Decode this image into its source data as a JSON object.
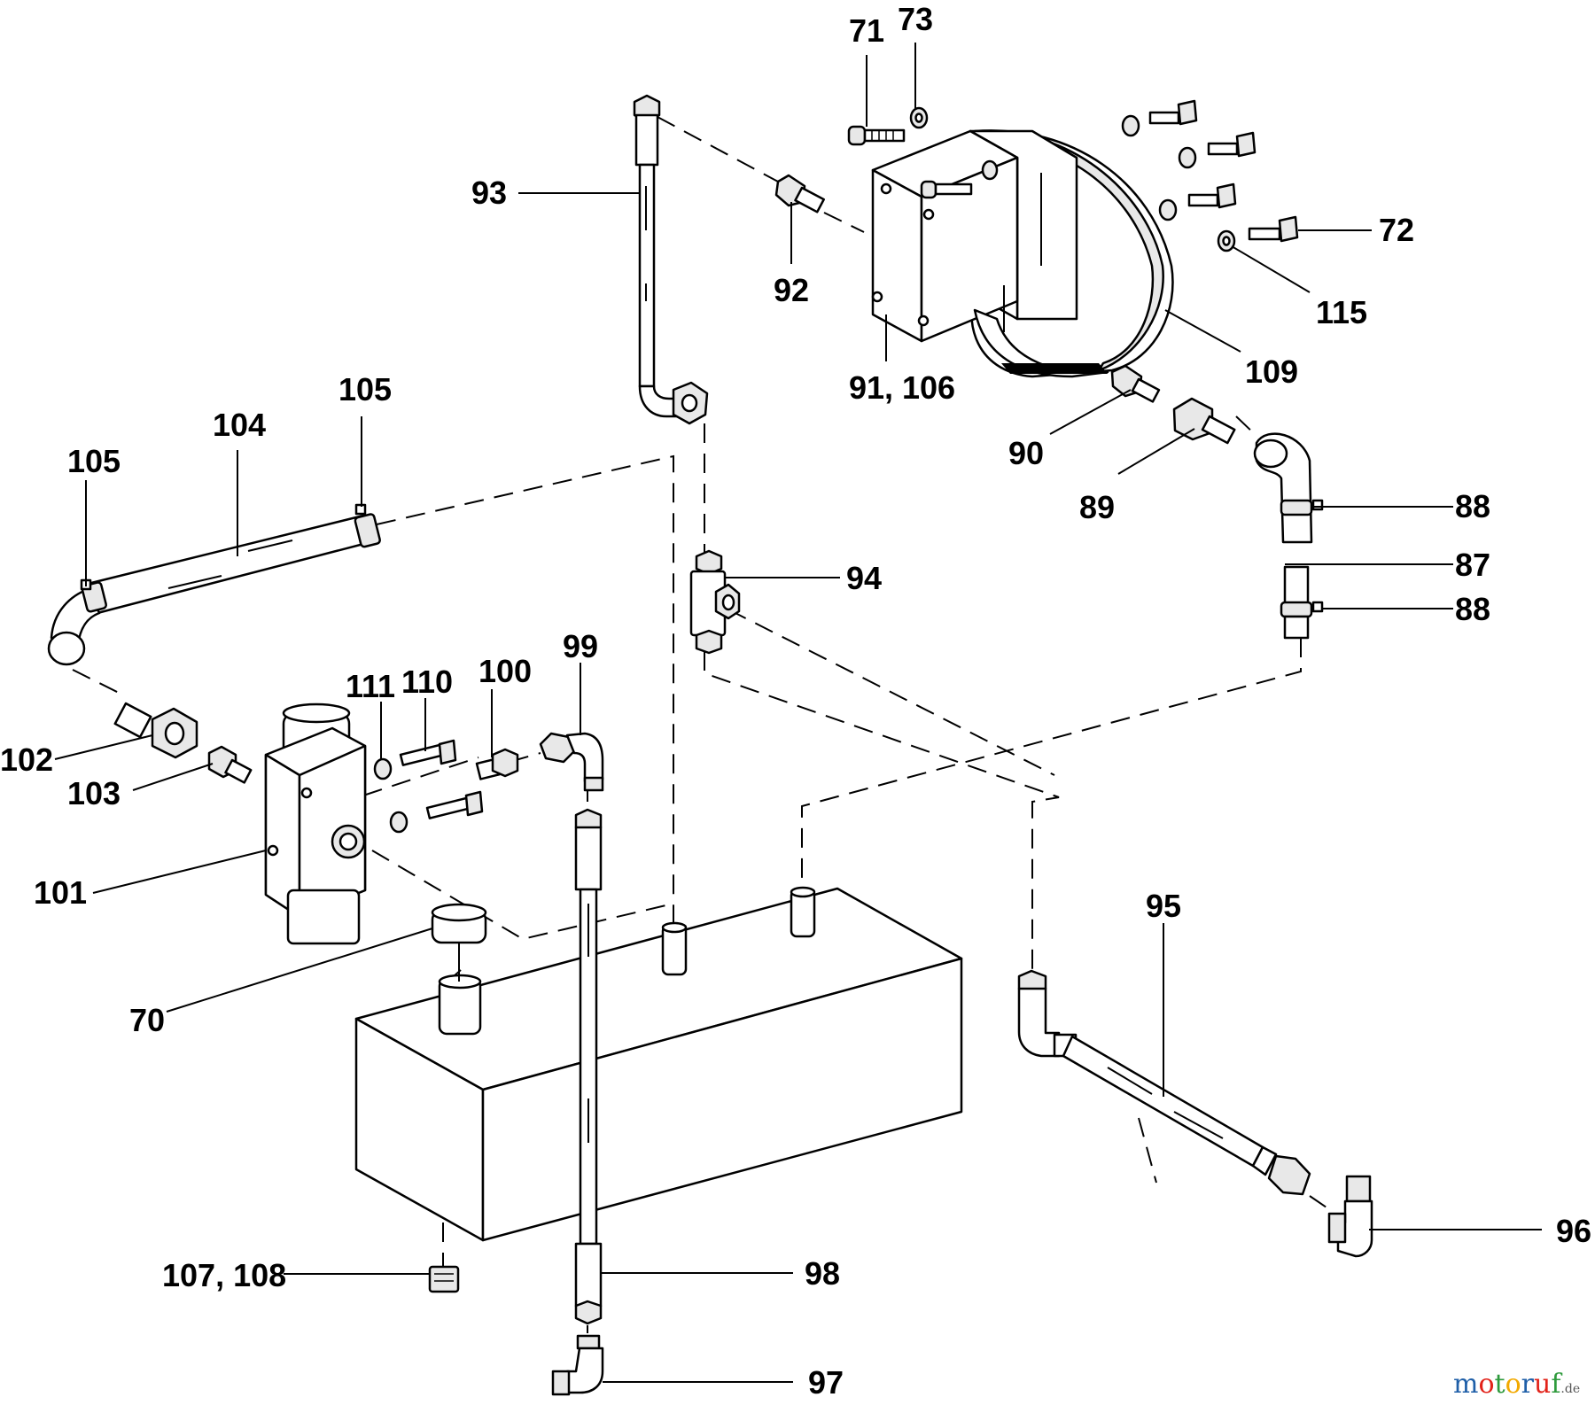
{
  "labels": {
    "l71": "71",
    "l73": "73",
    "l93": "93",
    "l92": "92",
    "l72": "72",
    "l115": "115",
    "l91_106": "91, 106",
    "l109": "109",
    "l105a": "105",
    "l104": "104",
    "l105b": "105",
    "l90": "90",
    "l89": "89",
    "l88a": "88",
    "l87": "87",
    "l88b": "88",
    "l94": "94",
    "l111": "111",
    "l110": "110",
    "l100": "100",
    "l99": "99",
    "l102": "102",
    "l103": "103",
    "l101": "101",
    "l95": "95",
    "l70": "70",
    "l96": "96",
    "l107_108": "107, 108",
    "l98": "98",
    "l97": "97"
  },
  "watermark": {
    "text": "motoruf",
    "suffix": ".de",
    "letter_colors": [
      "#1f5fa8",
      "#e2231a",
      "#2e9a3c",
      "#f2a900",
      "#1f5fa8",
      "#e2231a",
      "#2e9a3c"
    ]
  }
}
